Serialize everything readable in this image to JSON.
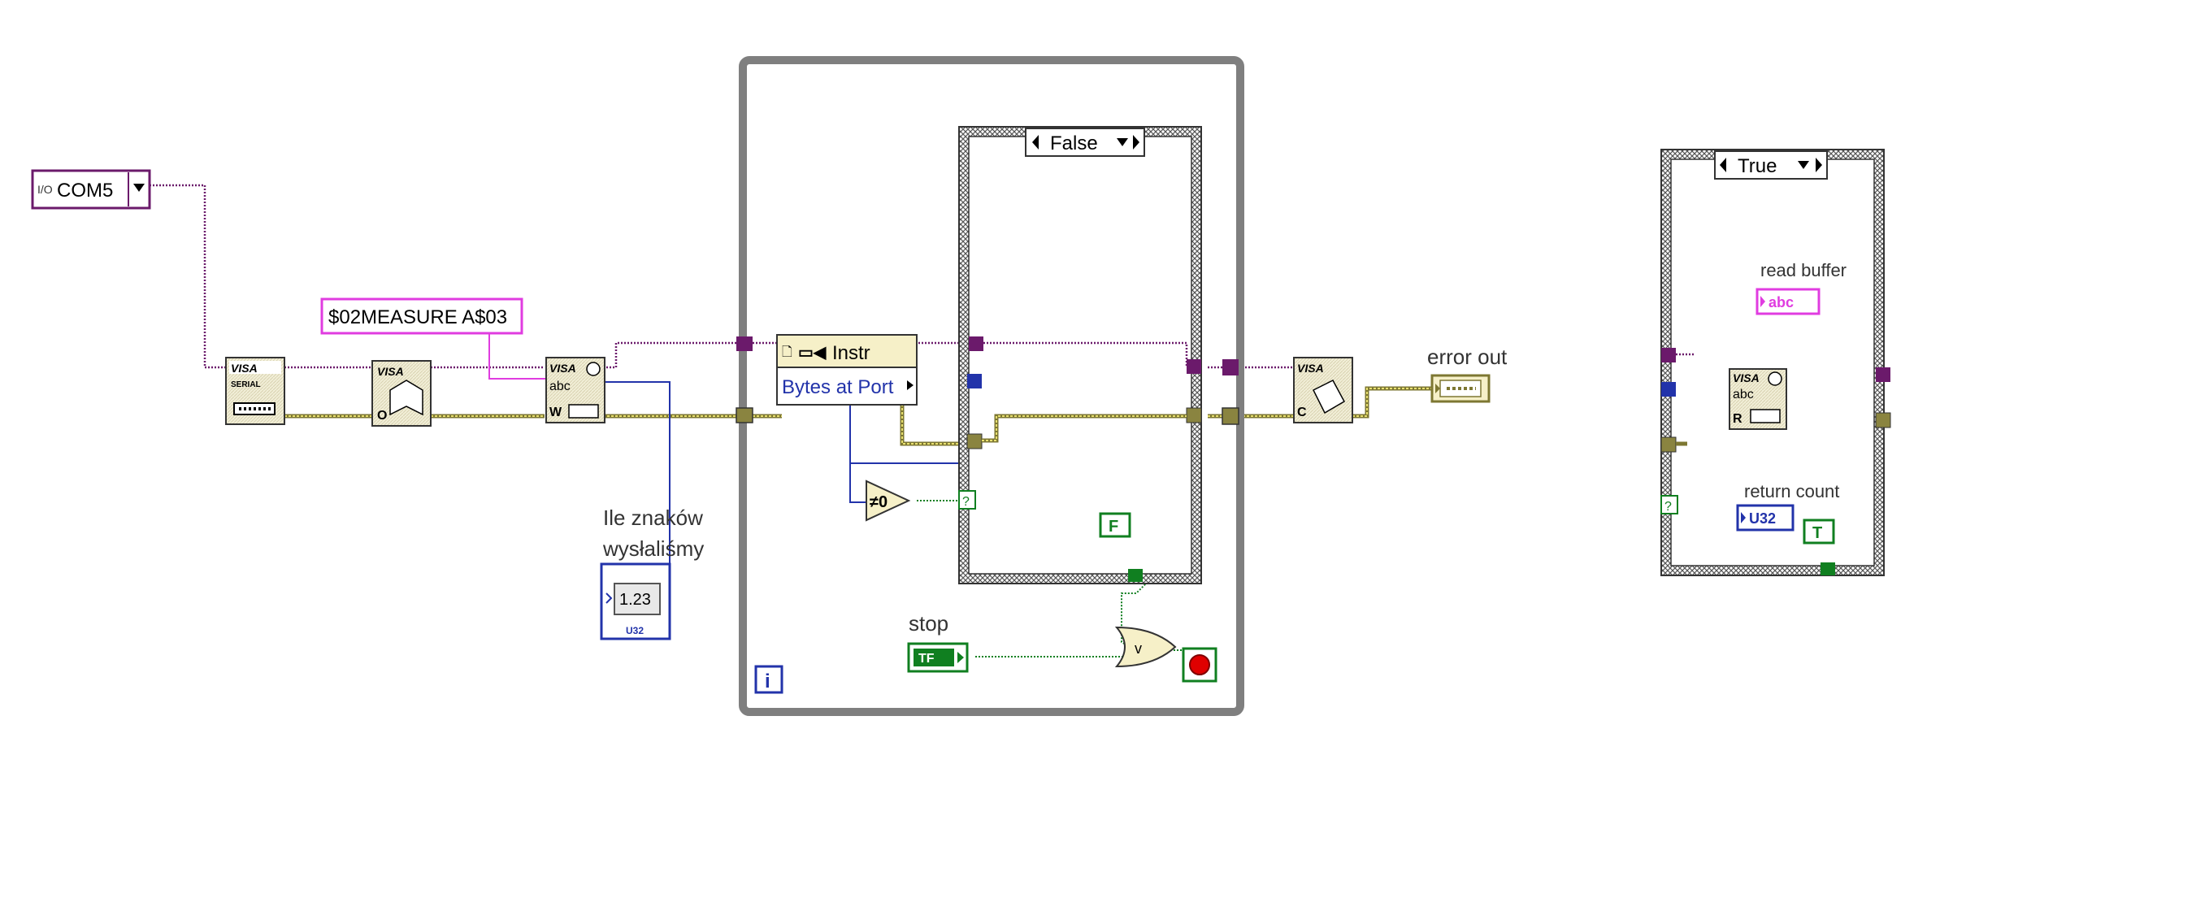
{
  "visa_resource": {
    "prefix": "I/O",
    "value": "COM5"
  },
  "string_constant": "$02MEASURE A$03",
  "node_labels": {
    "visa_serial_top": "VISA",
    "visa_serial_bottom": "SERIAL",
    "visa_open_top": "VISA",
    "visa_open_letter": "O",
    "visa_write_top": "VISA",
    "visa_write_mid": "abc",
    "visa_write_letter": "W",
    "visa_close_top": "VISA",
    "visa_close_letter": "C",
    "visa_read_top": "VISA",
    "visa_read_mid": "abc",
    "visa_read_letter": "R",
    "not_equal_zero": "≠0"
  },
  "indicator_sent": {
    "label_line1": "Ile znaków",
    "label_line2": "wysłaliśmy",
    "value": "1.23",
    "type": "U32"
  },
  "property_node": {
    "header": "Instr",
    "property": "Bytes at Port"
  },
  "case_false": {
    "selector": "False"
  },
  "case_true": {
    "selector": "True"
  },
  "question_terminal": "?",
  "false_constant": "F",
  "true_constant": "T",
  "stop_control": {
    "label": "stop",
    "type": "TF"
  },
  "loop_iteration": "i",
  "error_out": {
    "label": "error out"
  },
  "read_buffer": {
    "label": "read buffer",
    "type": "abc"
  },
  "return_count": {
    "label": "return count",
    "type": "U32"
  },
  "colors": {
    "visa_wire": "#6b1a6b",
    "error_wire": "#b8b04a",
    "numeric_wire": "#2233aa",
    "boolean_wire": "#107f20",
    "string_wire": "#e03ce0",
    "loop_border": "#7f7f7f"
  }
}
